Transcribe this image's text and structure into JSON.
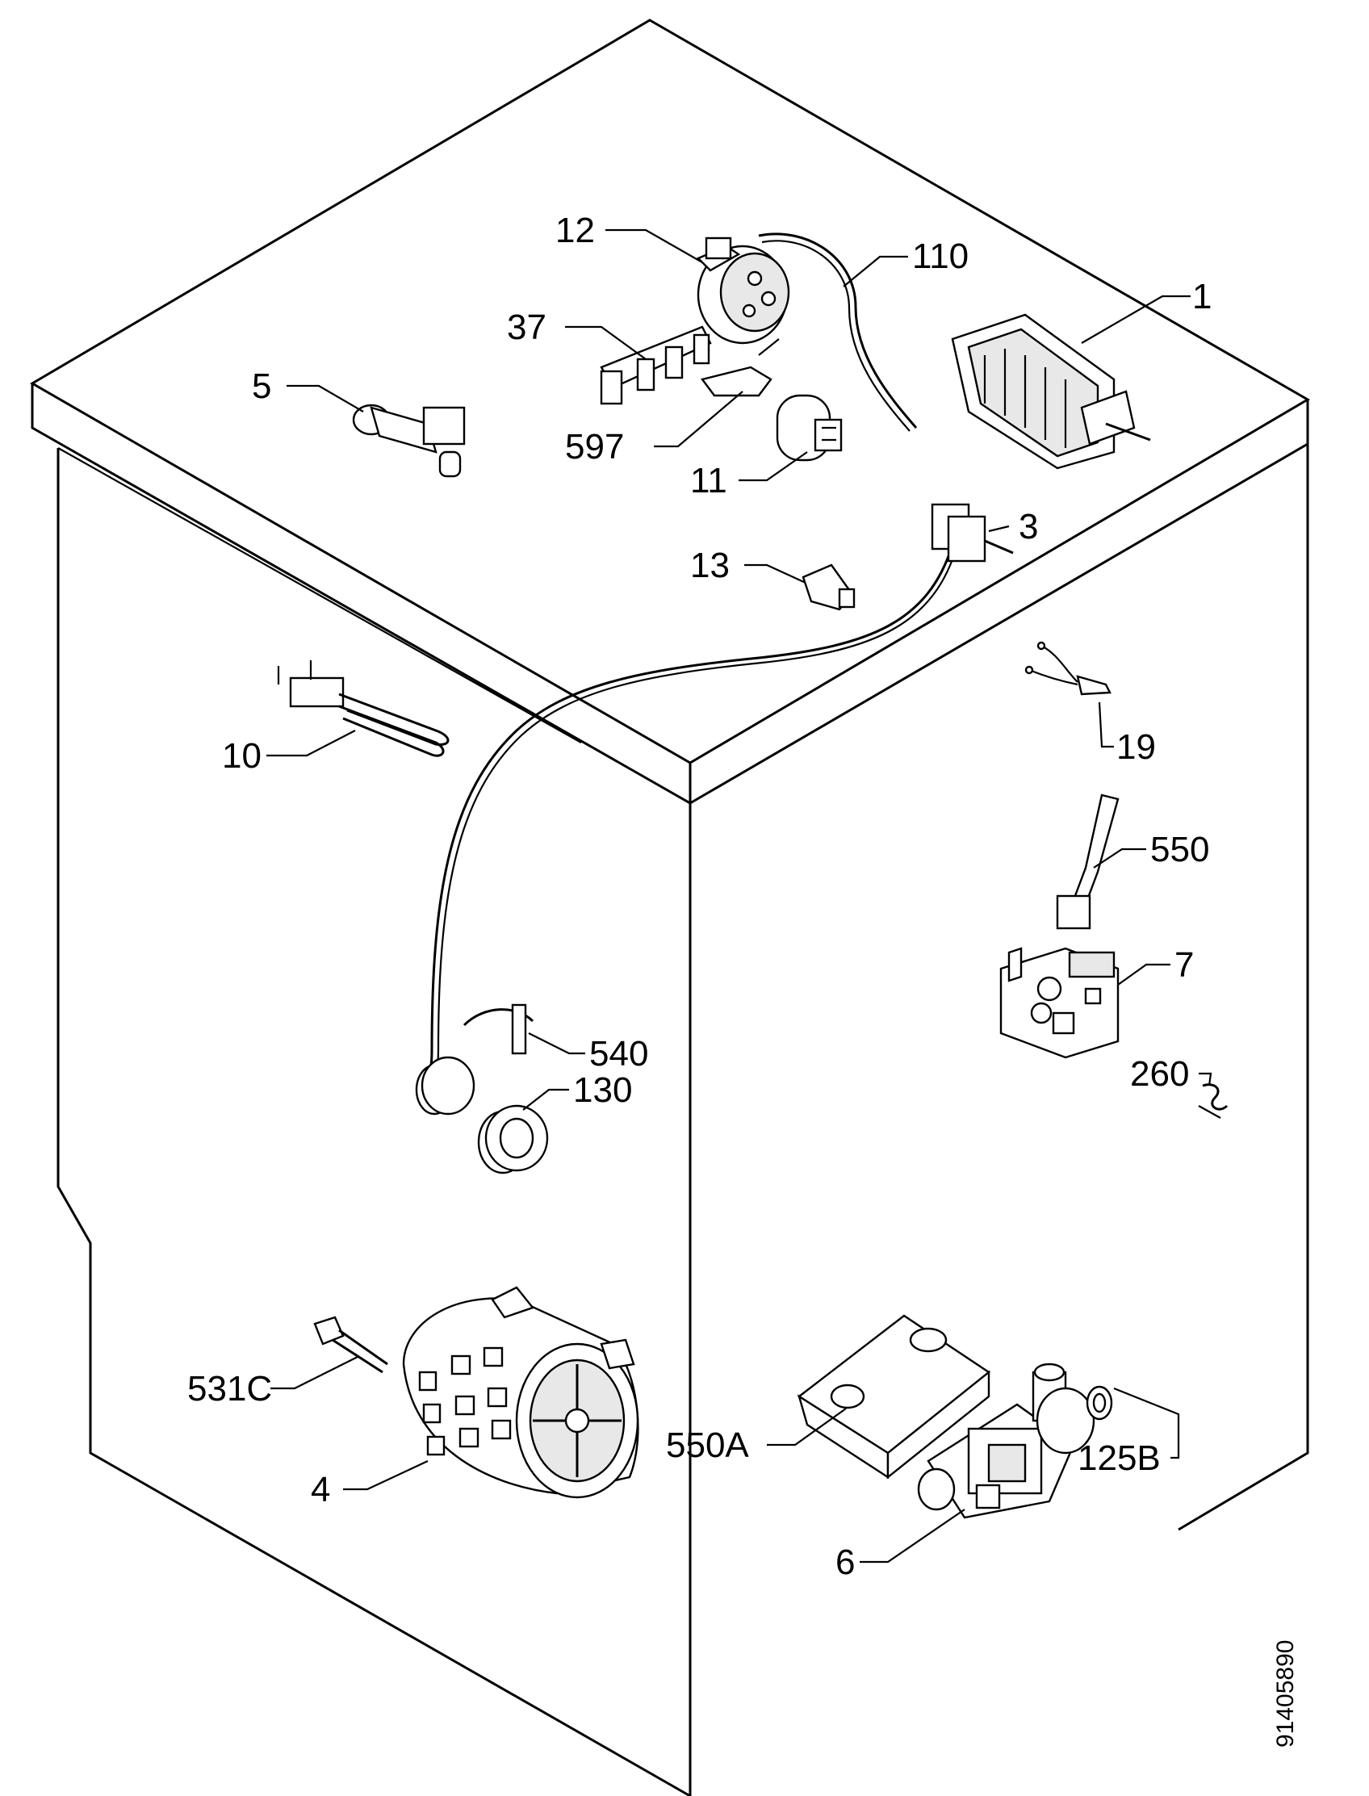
{
  "labels": {
    "p1": "1",
    "p3": "3",
    "p4": "4",
    "p5": "5",
    "p6": "6",
    "p7": "7",
    "p10": "10",
    "p11": "11",
    "p12": "12",
    "p13": "13",
    "p19": "19",
    "p37": "37",
    "p110": "110",
    "p125b": "125B",
    "p130": "130",
    "p260": "260",
    "p531c": "531C",
    "p540": "540",
    "p550": "550",
    "p550a": "550A",
    "p597": "597"
  },
  "document_code": "91405890"
}
